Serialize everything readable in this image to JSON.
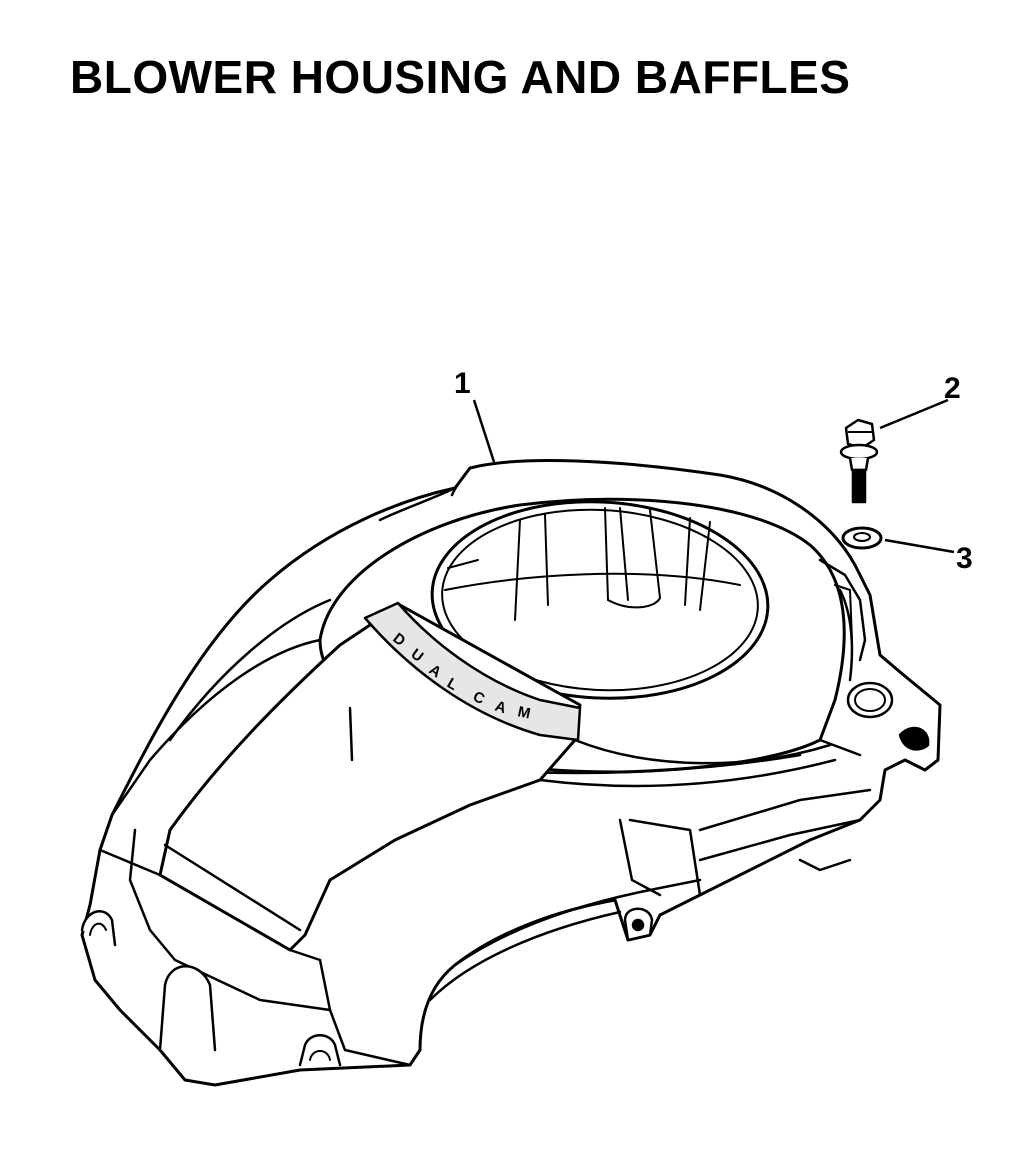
{
  "title": "BLOWER HOUSING AND BAFFLES",
  "decal_text": {
    "letters": [
      "D",
      "U",
      "A",
      "L",
      "C",
      "A",
      "M"
    ]
  },
  "callouts": [
    {
      "label": "1",
      "part": "blower-housing"
    },
    {
      "label": "2",
      "part": "screw"
    },
    {
      "label": "3",
      "part": "washer"
    }
  ],
  "colors": {
    "line": "#000000",
    "background": "#ffffff",
    "decal": "#e6e6e6"
  }
}
